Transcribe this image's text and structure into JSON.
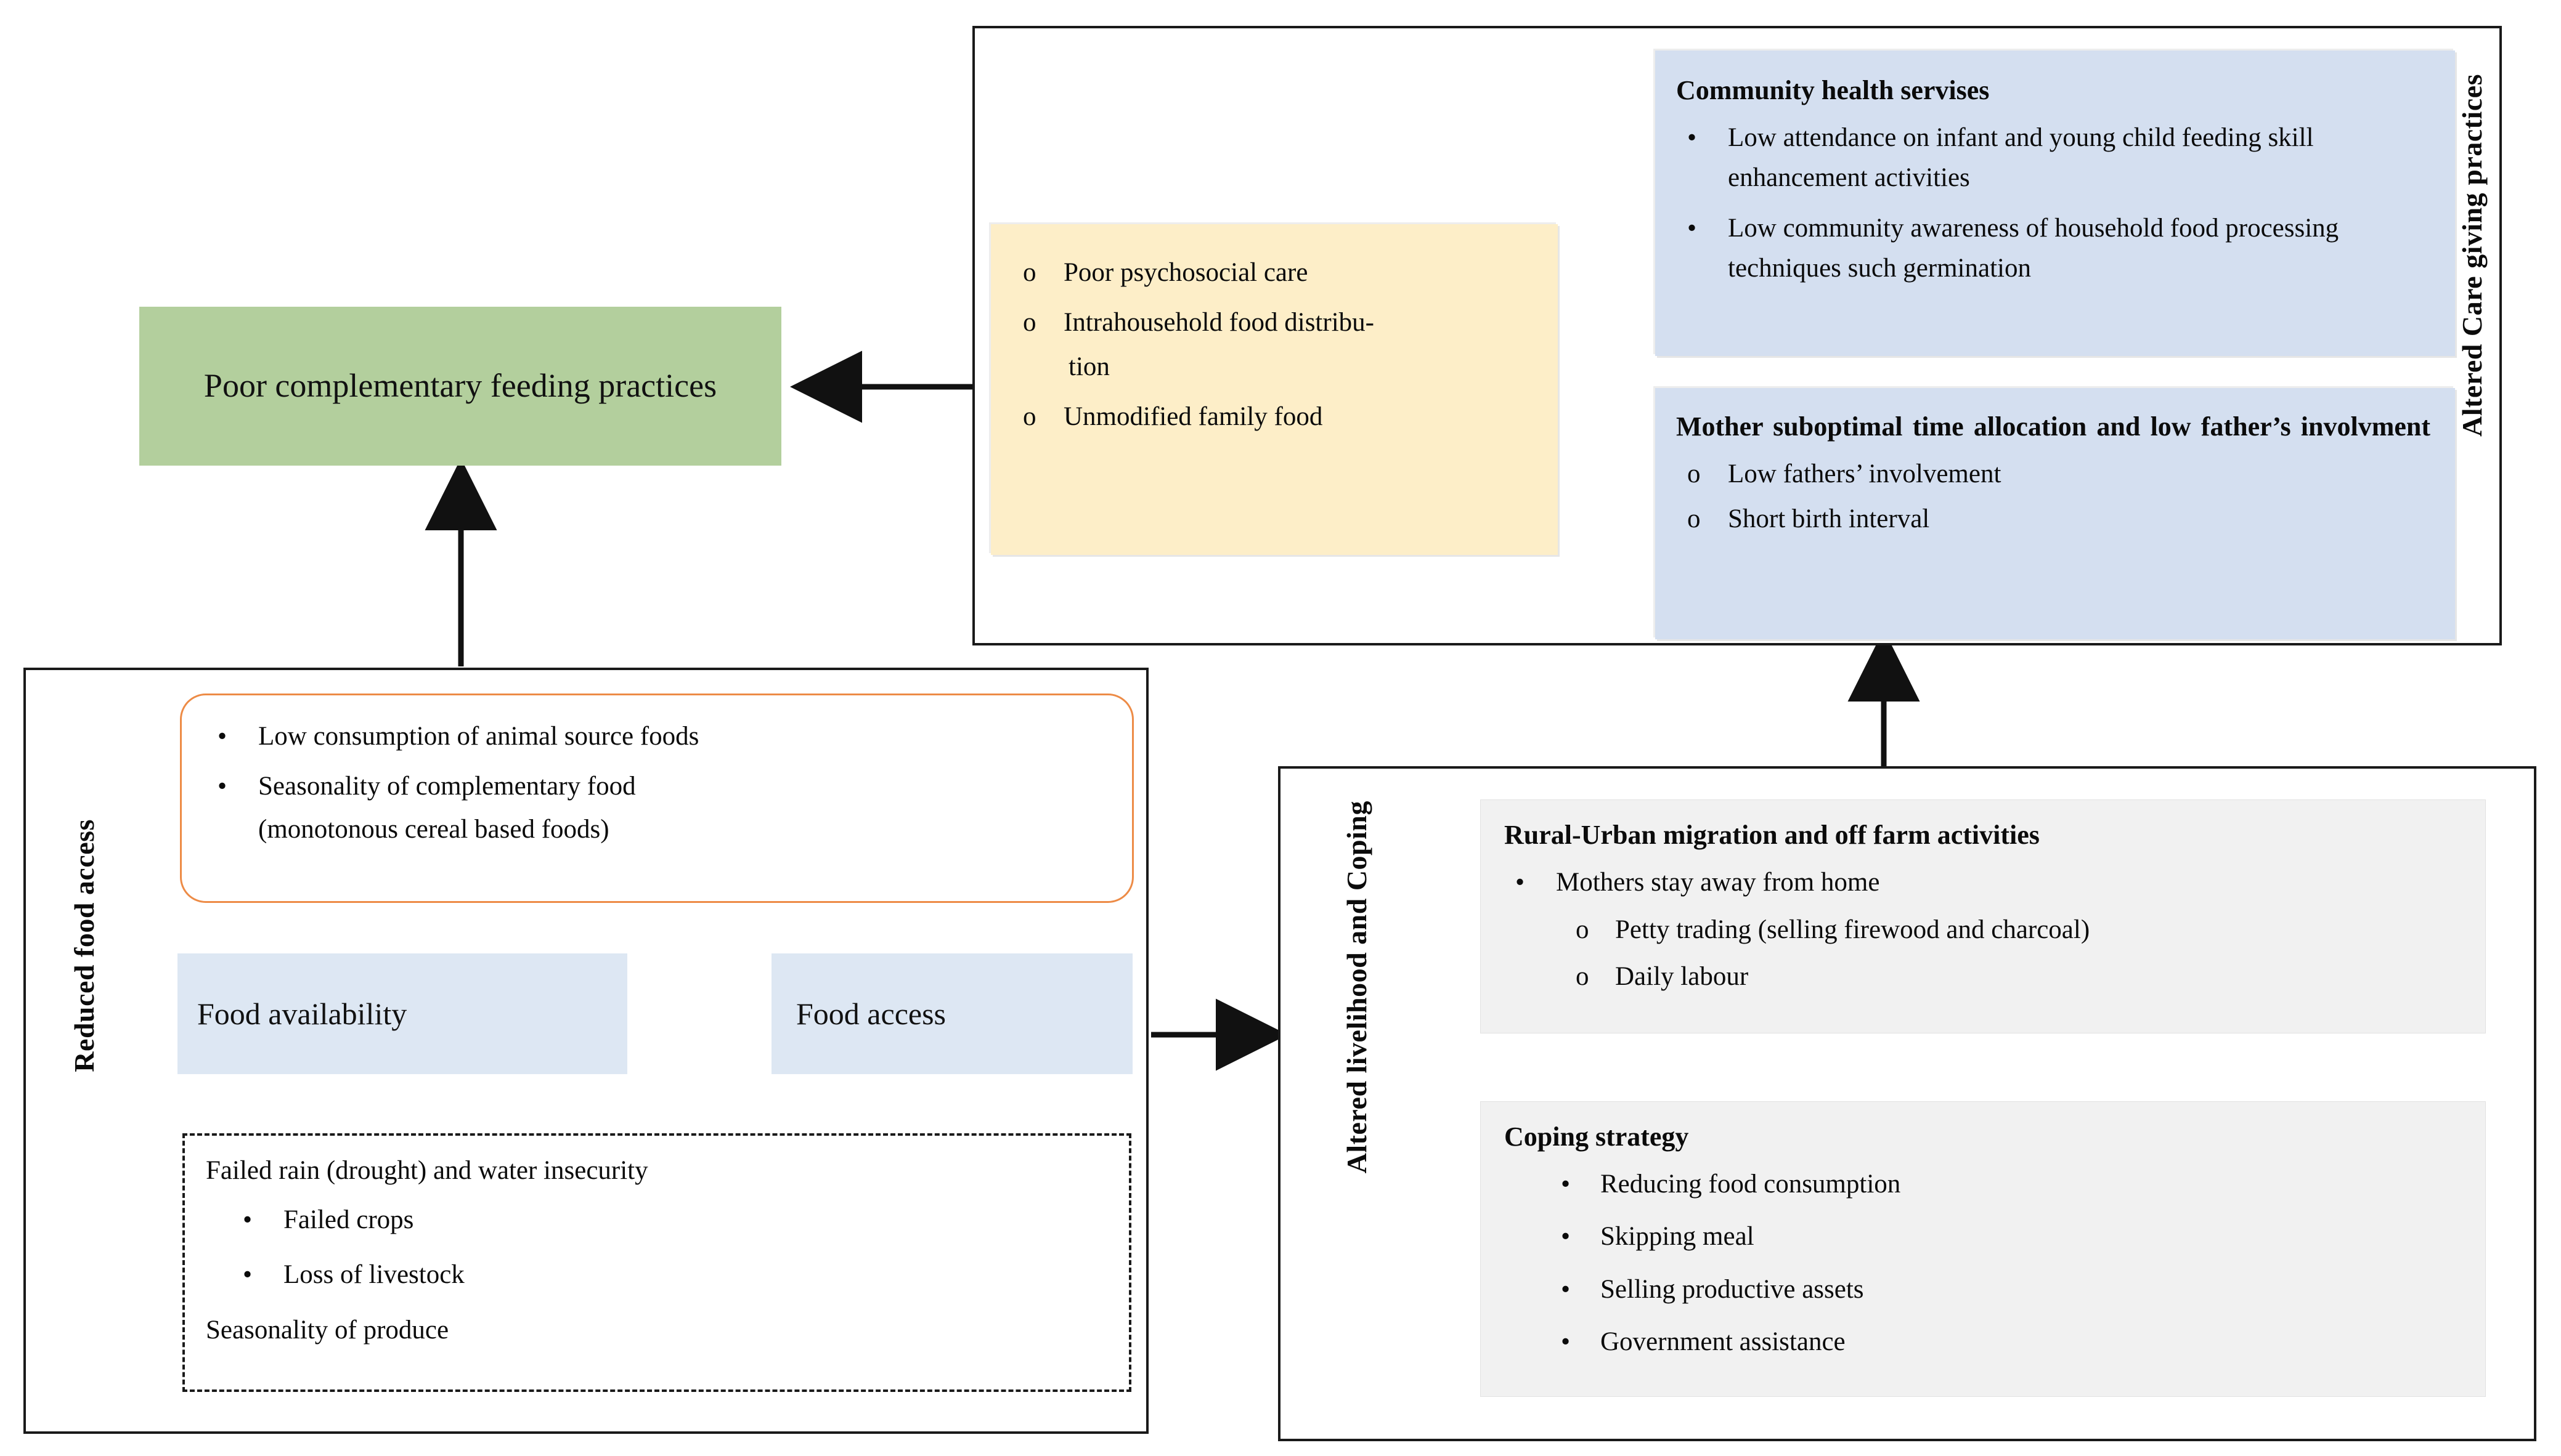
{
  "diagram": {
    "title": "Causal pathway of poor complementary feeding practices",
    "colors": {
      "green_box": "#b3cf9d",
      "yellow_box": "#fdeec8",
      "blue_box": "#d4dff0",
      "light_blue_box": "#dde7f3",
      "grey_box": "#f1f1f1",
      "orange_border": "#ed8b46",
      "grey_connector": "#c4c4c4",
      "block_arrow": "#465a77",
      "outline": "#1a1a1a"
    }
  },
  "panels": {
    "care_giving": {
      "label": "Altered Care giving practices"
    },
    "reduced_food_access": {
      "label": "Reduced food access"
    },
    "altered_livelihood": {
      "label": "Altered livelihood and Coping"
    }
  },
  "outcome": {
    "label": "Poor complementary feeding practices"
  },
  "caregiving_practices": {
    "items": [
      {
        "marker": "o",
        "text": "Poor psychosocial care"
      },
      {
        "marker": "o",
        "text": "Intrahousehold food distribu-"
      },
      {
        "marker": "",
        "text": "tion",
        "continuation": true
      },
      {
        "marker": "o",
        "text": "Unmodified family food"
      }
    ]
  },
  "community_health": {
    "heading": "Community health servises",
    "items": [
      {
        "marker": "•",
        "text": "Low attendance on infant and young child feeding skill enhancement activities"
      },
      {
        "marker": "•",
        "text": "Low community awareness of household food processing techniques such germination"
      }
    ]
  },
  "mother_time": {
    "heading": "Mother suboptimal time allocation and low father’s involvment",
    "items": [
      {
        "marker": "o",
        "text": "Low fathers’ involvement"
      },
      {
        "marker": "o",
        "text": "Short birth interval"
      }
    ]
  },
  "diet_quality": {
    "items": [
      {
        "marker": "•",
        "text": "Low consumption of animal source foods"
      },
      {
        "marker": "•",
        "text": "Seasonality of complementary food"
      },
      {
        "marker": "",
        "text": "(monotonous cereal based foods)",
        "continuation": true
      }
    ]
  },
  "food_availability": {
    "label": "Food availability"
  },
  "food_access": {
    "label": "Food access"
  },
  "drought": {
    "heading": "Failed rain (drought) and water insecurity",
    "items": [
      {
        "marker": "•",
        "text": "Failed crops"
      },
      {
        "marker": "•",
        "text": "Loss of livestock"
      }
    ],
    "footer": "Seasonality of produce"
  },
  "migration": {
    "heading": "Rural-Urban migration and off farm activities",
    "items": [
      {
        "marker": "•",
        "text": "Mothers stay away from home",
        "level": 1
      },
      {
        "marker": "o",
        "text": "Petty trading (selling firewood and charcoal)",
        "level": 2
      },
      {
        "marker": "o",
        "text": "Daily labour",
        "level": 2
      }
    ]
  },
  "coping": {
    "heading": "Coping strategy",
    "items": [
      {
        "marker": "•",
        "text": "Reducing food consumption"
      },
      {
        "marker": "•",
        "text": "Skipping meal"
      },
      {
        "marker": "•",
        "text": "Selling productive assets"
      },
      {
        "marker": "•",
        "text": "Government assistance"
      }
    ]
  },
  "connectors": [
    {
      "name": "caregiving-to-outcome",
      "from": "care-giving-panel",
      "to": "outcome",
      "style": "black-arrow",
      "direction": "left"
    },
    {
      "name": "blue-boxes-to-caregiving",
      "from": "community-health + mother-time",
      "to": "caregiving-practices",
      "style": "grey-bracket-arrow",
      "direction": "left"
    },
    {
      "name": "food-availability-to-diet",
      "style": "black-arrow",
      "direction": "up"
    },
    {
      "name": "food-access-to-diet",
      "style": "black-arrow",
      "direction": "up"
    },
    {
      "name": "food-availability-to-food-access",
      "style": "black-arrow",
      "direction": "right"
    },
    {
      "name": "diet-to-outcome",
      "style": "black-arrow",
      "direction": "up"
    },
    {
      "name": "food-panel-to-livelihood-panel",
      "style": "black-arrow",
      "direction": "right"
    },
    {
      "name": "livelihood-to-mother-time",
      "style": "black-arrow",
      "direction": "up"
    },
    {
      "name": "coping-to-migration",
      "style": "block-arrow",
      "direction": "up"
    }
  ]
}
